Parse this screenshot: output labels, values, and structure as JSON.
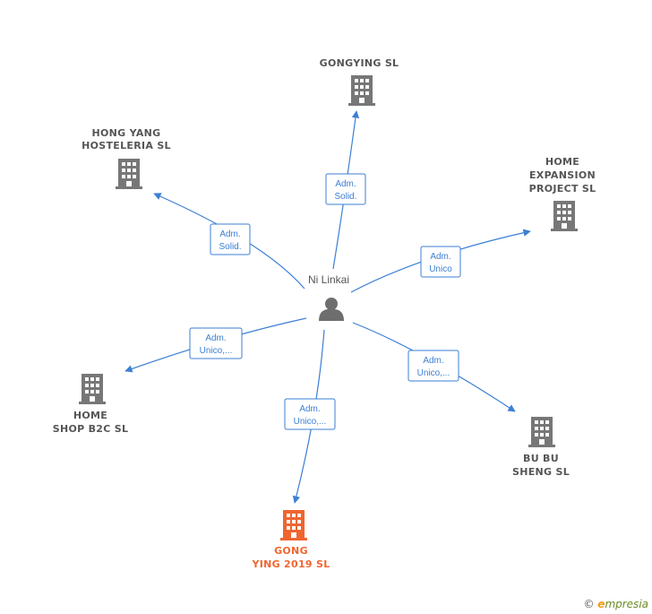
{
  "center": {
    "name": "Ni Linkai",
    "icon": "person-icon"
  },
  "colors": {
    "edge": "#3b7fd4",
    "company": "#777777",
    "highlight": "#f06530"
  },
  "nodes": [
    {
      "id": "gongying",
      "lines": [
        "GONGYING  SL"
      ],
      "highlight": false,
      "icon": "building-icon"
    },
    {
      "id": "hongyang",
      "lines": [
        "HONG YANG",
        "HOSTELERIA SL"
      ],
      "highlight": false,
      "icon": "building-icon"
    },
    {
      "id": "homeexp",
      "lines": [
        "HOME",
        "EXPANSION",
        "PROJECT  SL"
      ],
      "highlight": false,
      "icon": "building-icon"
    },
    {
      "id": "homeshop",
      "lines": [
        "HOME",
        "SHOP B2C  SL"
      ],
      "highlight": false,
      "icon": "building-icon"
    },
    {
      "id": "bubu",
      "lines": [
        "BU BU",
        "SHENG SL"
      ],
      "highlight": false,
      "icon": "building-icon"
    },
    {
      "id": "gongying2019",
      "lines": [
        "GONG",
        "YING 2019  SL"
      ],
      "highlight": true,
      "icon": "building-icon"
    }
  ],
  "edges": [
    {
      "to": "gongying",
      "label": [
        "Adm.",
        "Solid."
      ]
    },
    {
      "to": "hongyang",
      "label": [
        "Adm.",
        "Solid."
      ]
    },
    {
      "to": "homeexp",
      "label": [
        "Adm.",
        "Unico"
      ]
    },
    {
      "to": "homeshop",
      "label": [
        "Adm.",
        "Unico,..."
      ]
    },
    {
      "to": "bubu",
      "label": [
        "Adm.",
        "Unico,..."
      ]
    },
    {
      "to": "gongying2019",
      "label": [
        "Adm.",
        "Unico,..."
      ]
    }
  ],
  "watermark": {
    "copyright": "©",
    "brand_initial": "e",
    "brand_rest": "mpresia"
  }
}
